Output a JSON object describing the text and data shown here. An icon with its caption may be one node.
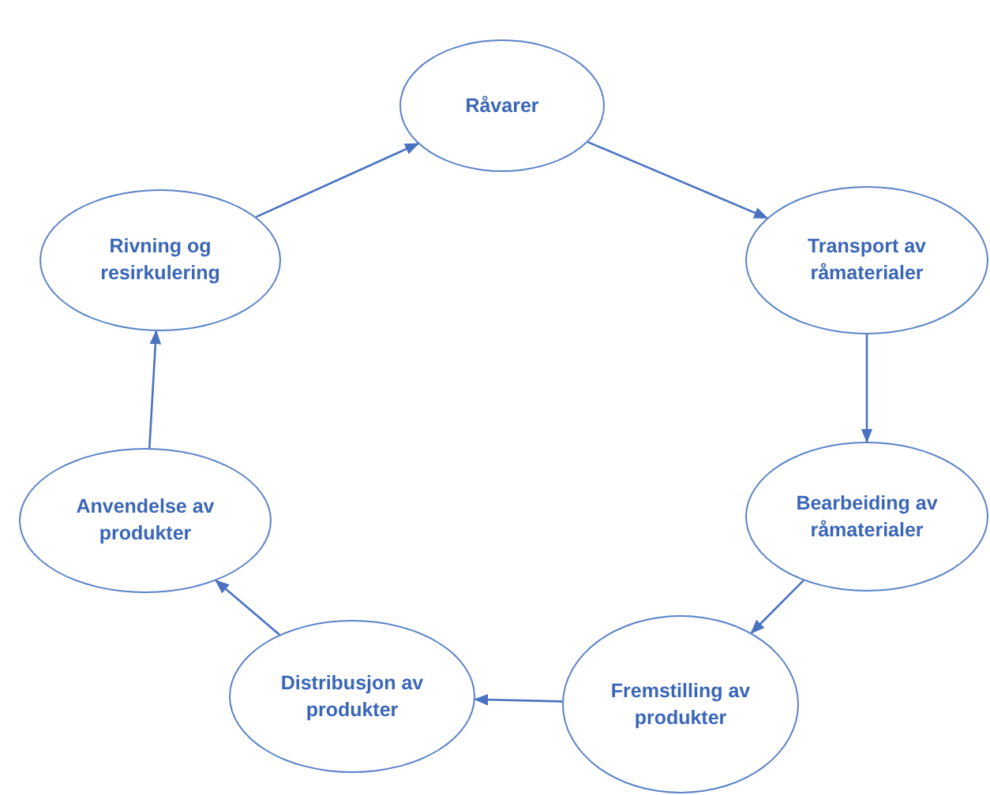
{
  "diagram": {
    "nodes": [
      {
        "text": [
          "Råvarer"
        ]
      },
      {
        "text": [
          "Transport av råmaterialer"
        ]
      },
      {
        "text": [
          "Bearbeiding av råmaterialer"
        ]
      },
      {
        "text": [
          "Fremstilling av produkter"
        ]
      },
      {
        "text": [
          "Distribusjon av produkter"
        ]
      },
      {
        "text": [
          "Anvendelse av produkter"
        ]
      },
      {
        "text": [
          "Rivning og resirkulering"
        ]
      }
    ],
    "edges": [
      {
        "from": 0,
        "to": 1,
        "arrow": "to"
      },
      {
        "from": 1,
        "to": 2,
        "arrow": "to"
      },
      {
        "from": 2,
        "to": 3,
        "arrow": "to"
      },
      {
        "from": 3,
        "to": 4,
        "arrow": "to"
      },
      {
        "from": 4,
        "to": 5,
        "arrow": "to"
      },
      {
        "from": 5,
        "to": 6,
        "arrow": "to"
      },
      {
        "from": 6,
        "to": 0,
        "arrow": "to"
      }
    ]
  }
}
